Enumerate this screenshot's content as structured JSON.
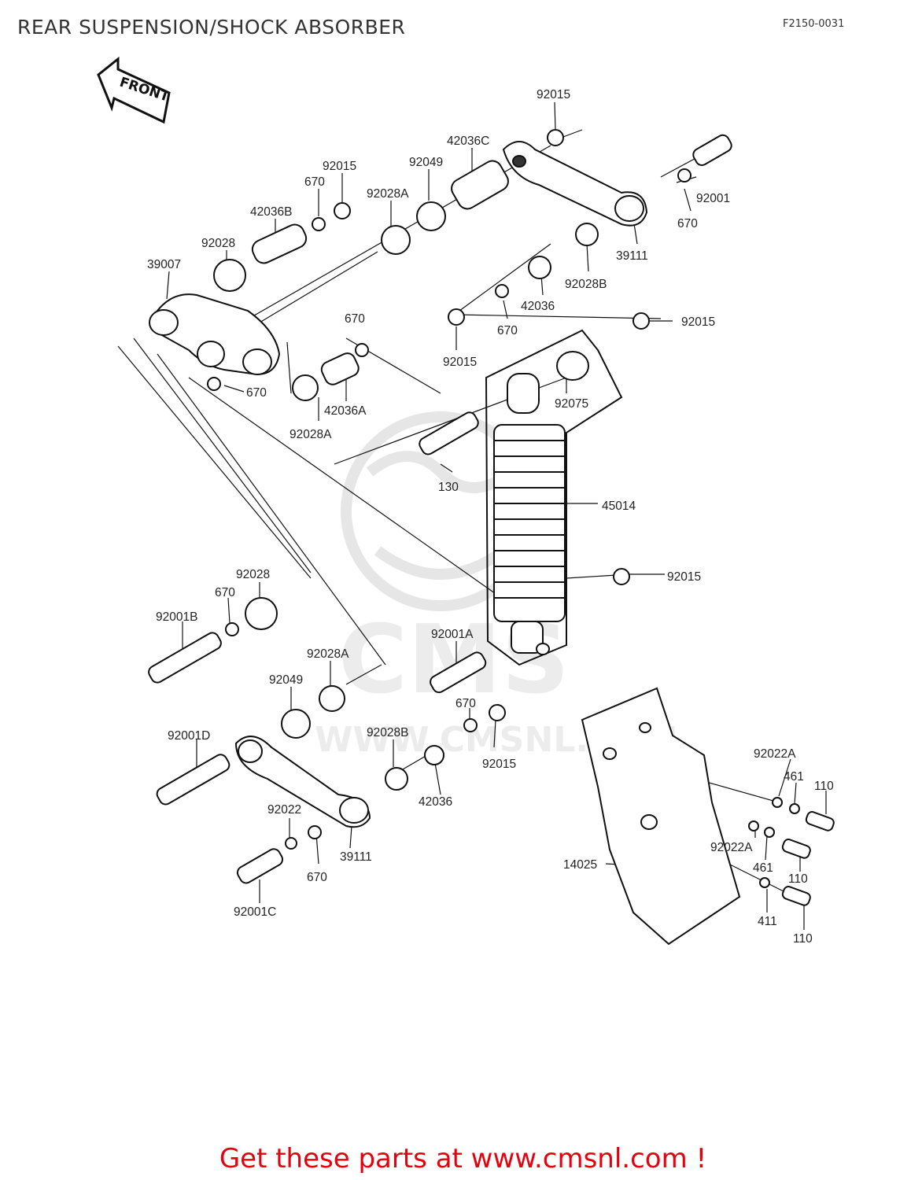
{
  "header": {
    "title": "REAR SUSPENSION/SHOCK ABSORBER",
    "figure_code": "F2150-0031"
  },
  "arrow": {
    "label": "FRONT"
  },
  "watermark": {
    "brand": "CMS",
    "site": "WWW.CMSNL.COM"
  },
  "callouts": [
    "92015",
    "42036C",
    "92049",
    "92015",
    "670",
    "92028A",
    "42036B",
    "92028",
    "39007",
    "92001",
    "670",
    "39111",
    "92028B",
    "42036",
    "670",
    "92015",
    "670",
    "42036A",
    "92028A",
    "670",
    "92015",
    "92075",
    "130",
    "45014",
    "92028",
    "670",
    "92001B",
    "92015",
    "92001A",
    "92028A",
    "92049",
    "92001D",
    "670",
    "92028B",
    "92015",
    "42036",
    "92022",
    "670",
    "39111",
    "92001C",
    "92022A",
    "461",
    "110",
    "92022A",
    "461",
    "110",
    "14025",
    "411",
    "110"
  ],
  "footer": {
    "text": "Get these parts at www.cmsnl.com !"
  }
}
